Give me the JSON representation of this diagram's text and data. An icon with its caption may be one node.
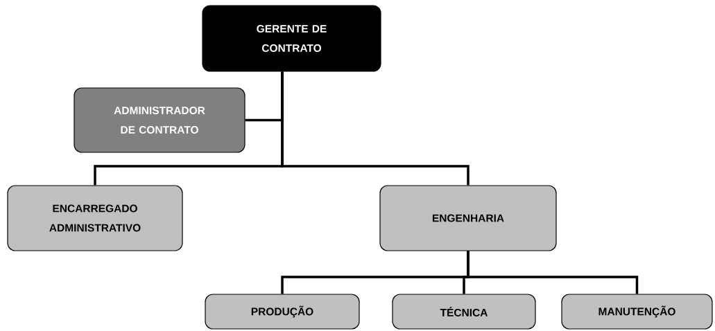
{
  "diagram": {
    "nodes": [
      {
        "text": [
          "GERENTE DE CONTRATO"
        ]
      },
      {
        "text": [
          "ADMINISTRADOR DE CONTRATO"
        ]
      },
      {
        "text": [
          "ENCARREGADO ADMINISTRATIVO"
        ]
      },
      {
        "text": [
          "ENGENHARIA"
        ]
      },
      {
        "text": [
          "PRODUÇÃO"
        ]
      },
      {
        "text": [
          "TÉCNICA"
        ]
      },
      {
        "text": [
          "MANUTENÇÃO"
        ]
      }
    ],
    "edges": [
      {
        "from": 0,
        "to": 1,
        "arrow": "none"
      },
      {
        "from": 0,
        "to": 2,
        "arrow": "none"
      },
      {
        "from": 0,
        "to": 3,
        "arrow": "none"
      },
      {
        "from": 3,
        "to": 4,
        "arrow": "none"
      },
      {
        "from": 3,
        "to": 5,
        "arrow": "none"
      },
      {
        "from": 3,
        "to": 6,
        "arrow": "none"
      }
    ]
  }
}
